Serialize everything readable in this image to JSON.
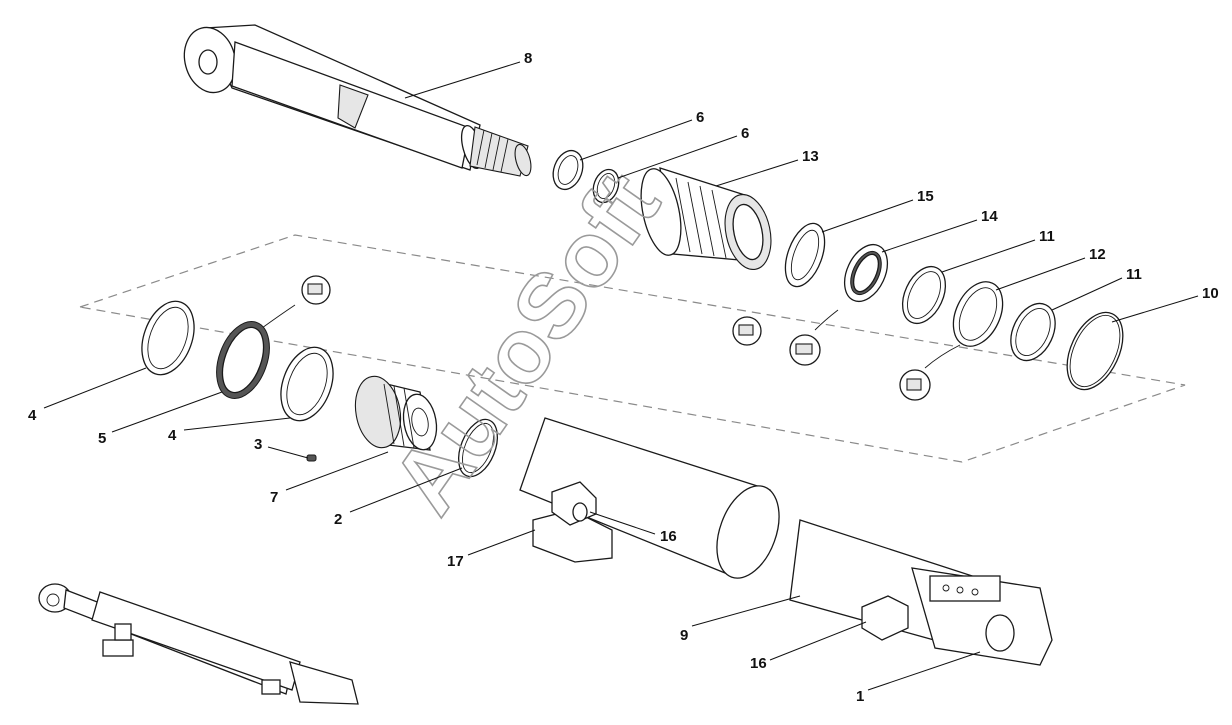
{
  "diagram": {
    "watermark": "AutoSoft",
    "callouts": [
      {
        "id": "c8",
        "label": "8"
      },
      {
        "id": "c6a",
        "label": "6"
      },
      {
        "id": "c6b",
        "label": "6"
      },
      {
        "id": "c13",
        "label": "13"
      },
      {
        "id": "c15",
        "label": "15"
      },
      {
        "id": "c14",
        "label": "14"
      },
      {
        "id": "c11a",
        "label": "11"
      },
      {
        "id": "c12",
        "label": "12"
      },
      {
        "id": "c11b",
        "label": "11"
      },
      {
        "id": "c10",
        "label": "10"
      },
      {
        "id": "c4a",
        "label": "4"
      },
      {
        "id": "c5",
        "label": "5"
      },
      {
        "id": "c4b",
        "label": "4"
      },
      {
        "id": "c3",
        "label": "3"
      },
      {
        "id": "c7",
        "label": "7"
      },
      {
        "id": "c2",
        "label": "2"
      },
      {
        "id": "c16a",
        "label": "16"
      },
      {
        "id": "c17",
        "label": "17"
      },
      {
        "id": "c9",
        "label": "9"
      },
      {
        "id": "c16b",
        "label": "16"
      },
      {
        "id": "c1",
        "label": "1"
      }
    ]
  }
}
